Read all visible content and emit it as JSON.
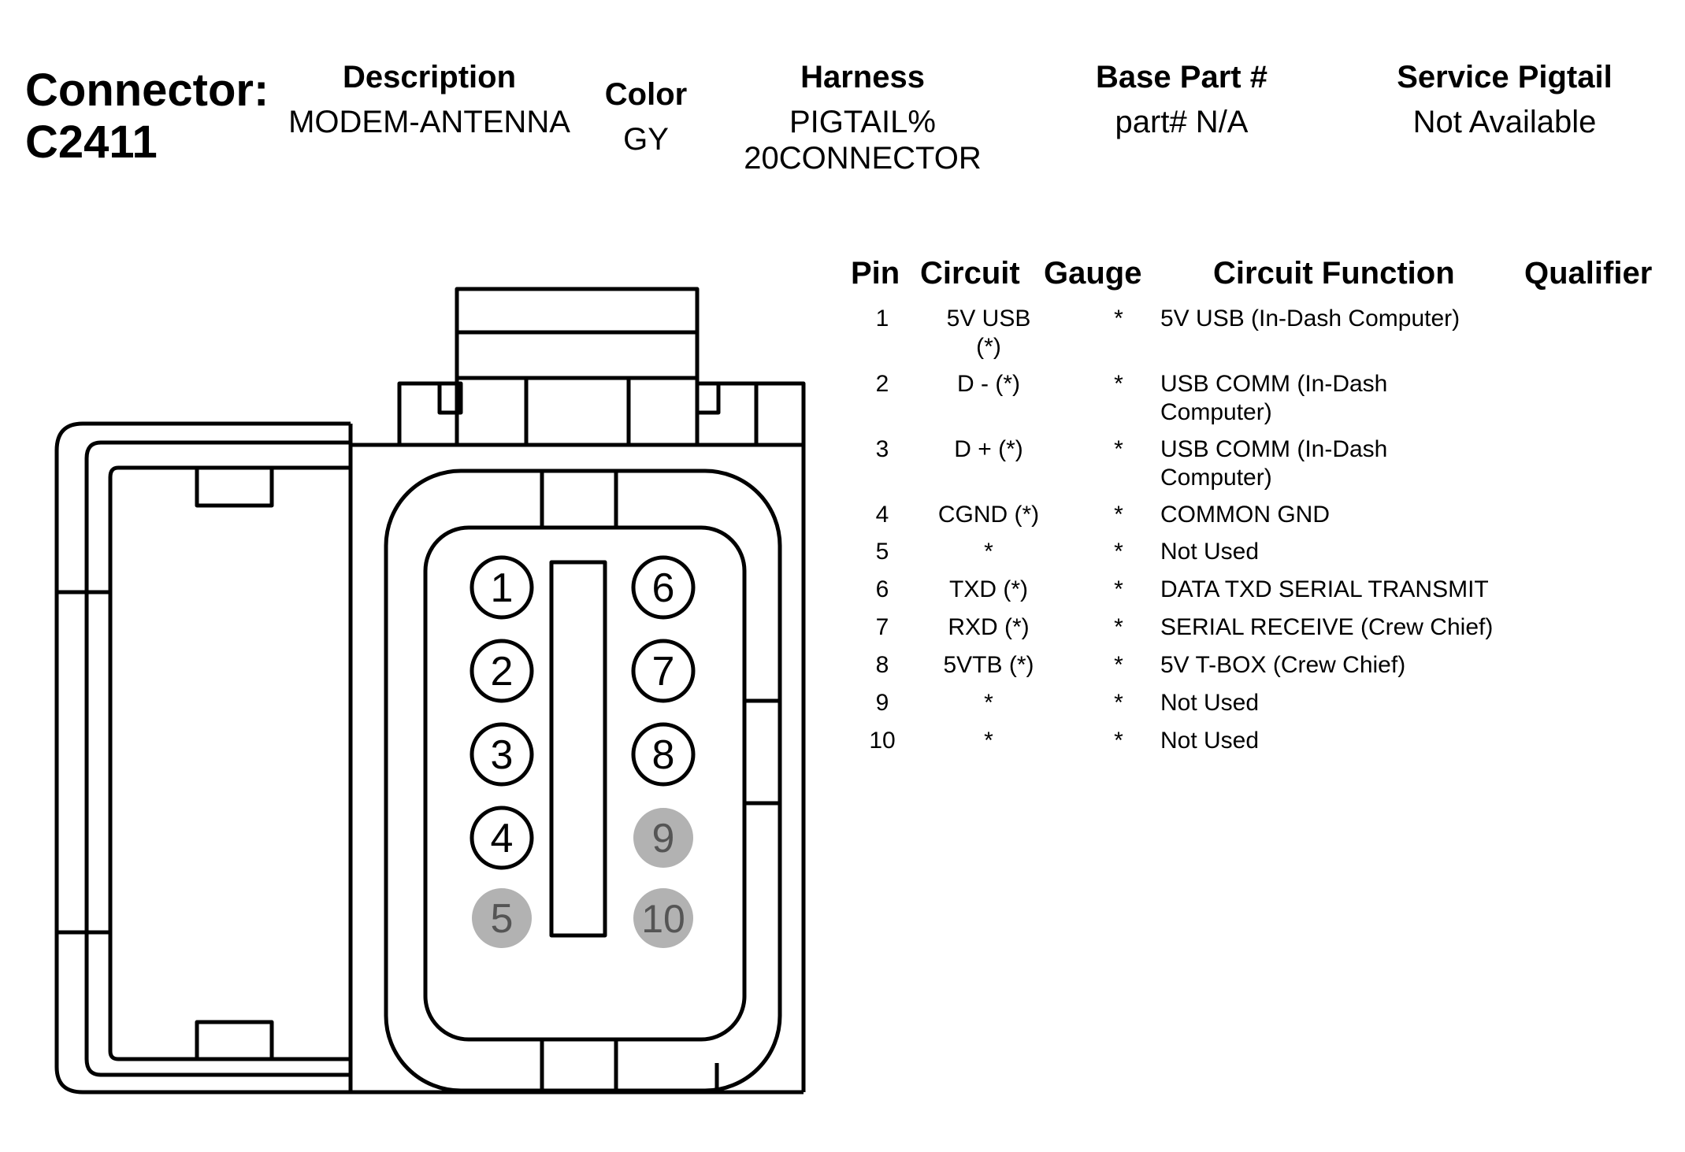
{
  "header": {
    "connector_label": "Connector:",
    "connector_id": "C2411",
    "description_label": "Description",
    "description_value": "MODEM-ANTENNA",
    "color_label": "Color",
    "color_value": "GY",
    "harness_label": "Harness",
    "harness_value_line1": "PIGTAIL%",
    "harness_value_line2": "20CONNECTOR",
    "base_part_label": "Base Part #",
    "base_part_value": "part# N/A",
    "service_pigtail_label": "Service Pigtail",
    "service_pigtail_value": "Not Available"
  },
  "table": {
    "headers": {
      "pin": "Pin",
      "circuit": "Circuit",
      "gauge": "Gauge",
      "function": "Circuit Function",
      "qualifier": "Qualifier"
    },
    "rows": [
      {
        "pin": "1",
        "circuit_l1": "5V USB",
        "circuit_l2": "(*)",
        "gauge": "*",
        "function_l1": "5V USB (In-Dash Computer)",
        "function_l2": "",
        "qualifier": ""
      },
      {
        "pin": "2",
        "circuit_l1": "D - (*)",
        "circuit_l2": "",
        "gauge": "*",
        "function_l1": "USB COMM (In-Dash",
        "function_l2": "Computer)",
        "qualifier": ""
      },
      {
        "pin": "3",
        "circuit_l1": "D + (*)",
        "circuit_l2": "",
        "gauge": "*",
        "function_l1": "USB COMM (In-Dash",
        "function_l2": "Computer)",
        "qualifier": ""
      },
      {
        "pin": "4",
        "circuit_l1": "CGND (*)",
        "circuit_l2": "",
        "gauge": "*",
        "function_l1": "COMMON GND",
        "function_l2": "",
        "qualifier": ""
      },
      {
        "pin": "5",
        "circuit_l1": "*",
        "circuit_l2": "",
        "gauge": "*",
        "function_l1": "Not Used",
        "function_l2": "",
        "qualifier": ""
      },
      {
        "pin": "6",
        "circuit_l1": "TXD (*)",
        "circuit_l2": "",
        "gauge": "*",
        "function_l1": "DATA TXD SERIAL TRANSMIT",
        "function_l2": "",
        "qualifier": ""
      },
      {
        "pin": "7",
        "circuit_l1": "RXD (*)",
        "circuit_l2": "",
        "gauge": "*",
        "function_l1": "SERIAL RECEIVE (Crew Chief)",
        "function_l2": "",
        "qualifier": ""
      },
      {
        "pin": "8",
        "circuit_l1": "5VTB (*)",
        "circuit_l2": "",
        "gauge": "*",
        "function_l1": "5V T-BOX (Crew Chief)",
        "function_l2": "",
        "qualifier": ""
      },
      {
        "pin": "9",
        "circuit_l1": "*",
        "circuit_l2": "",
        "gauge": "*",
        "function_l1": "Not Used",
        "function_l2": "",
        "qualifier": ""
      },
      {
        "pin": "10",
        "circuit_l1": "*",
        "circuit_l2": "",
        "gauge": "*",
        "function_l1": "Not Used",
        "function_l2": "",
        "qualifier": ""
      }
    ]
  },
  "diagram": {
    "pins": [
      {
        "label": "1",
        "used": true
      },
      {
        "label": "2",
        "used": true
      },
      {
        "label": "3",
        "used": true
      },
      {
        "label": "4",
        "used": true
      },
      {
        "label": "5",
        "used": false
      },
      {
        "label": "6",
        "used": true
      },
      {
        "label": "7",
        "used": true
      },
      {
        "label": "8",
        "used": true
      },
      {
        "label": "9",
        "used": false
      },
      {
        "label": "10",
        "used": false
      }
    ],
    "colors": {
      "used_pin_fill": "#ffffff",
      "unused_pin_fill": "#b2b2b2",
      "unused_pin_text": "#555555",
      "stroke": "#000000"
    }
  }
}
